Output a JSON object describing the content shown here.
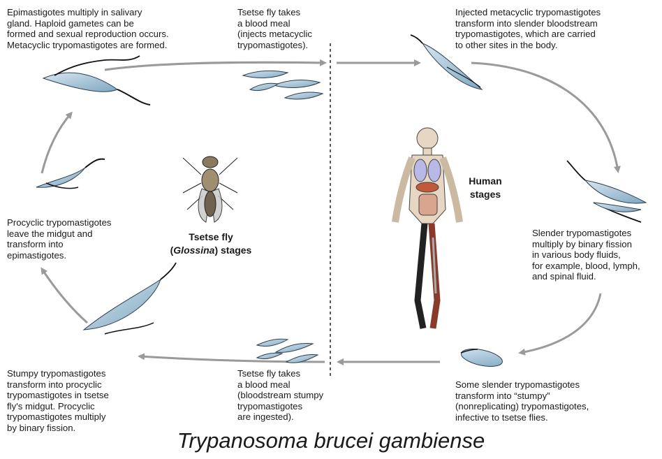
{
  "captions": {
    "epimastigotes": "Epimastigotes multiply in salivary\ngland. Haploid gametes can be\nformed and sexual reproduction occurs.\nMetacyclic trypomastigotes are formed.",
    "blood_meal_top": "Tsetse fly takes\na blood meal\n(injects metacyclic\ntrypomastigotes).",
    "injected": "Injected metacyclic trypomastigotes\ntransform into slender bloodstream\ntrypomastigotes, which are carried\nto other sites in the body.",
    "procyclic": "Procyclic trypomastigotes\nleave the midgut and\ntransform into\nepimastigotes.",
    "slender": "Slender trypomastigotes\nmultiply by binary fission\nin various body fluids,\nfor example, blood, lymph,\nand spinal fluid.",
    "stumpy": "Stumpy trypomastigotes\ntransform into procyclic\ntrypomastigotes in tsetse\nfly's midgut. Procyclic\ntrypomastigotes multiply\nby binary fission.",
    "blood_meal_bottom": "Tsetse fly takes\na blood meal\n(bloodstream stumpy\ntrypomastigotes\nare ingested).",
    "slender_to_stumpy": "Some slender trypomastigotes\ntransform into “stumpy”\n(nonreplicating) trypomastigotes,\ninfective to tsetse flies."
  },
  "labels": {
    "fly_stage_line1": "Tsetse fly",
    "fly_stage_genus": "Glossina",
    "fly_stage_paren_open": "(",
    "fly_stage_line2_rest": ") stages",
    "human_stage_line1": "Human",
    "human_stage_line2": "stages"
  },
  "title": "Trypanosoma brucei gambiense",
  "colors": {
    "arrow": "#9a9a9a",
    "parasite_fill": "#a9c6d9",
    "parasite_outline": "#2e3e4e",
    "flagellum": "#111111"
  }
}
